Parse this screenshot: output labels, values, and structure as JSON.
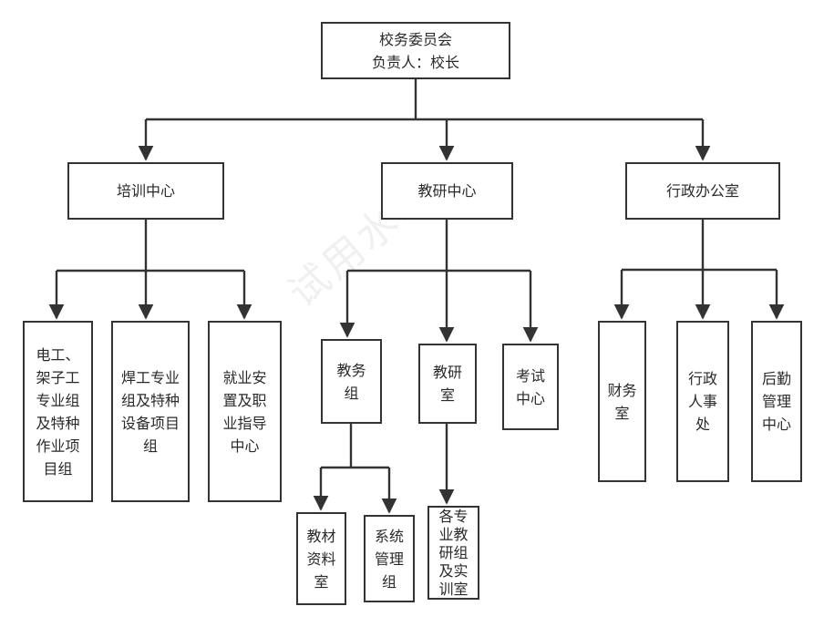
{
  "diagram": {
    "type": "org-chart",
    "watermark": "试用水印",
    "root": {
      "title": "校务委员会",
      "subtitle": "负责人：校长"
    },
    "departments": [
      {
        "label": "培训中心",
        "children": [
          {
            "label": "电工、\n架子工\n专业组\n及特种\n作业项\n目组"
          },
          {
            "label": "焊工专业\n组及特种\n设备项目\n组"
          },
          {
            "label": "就业安\n置及职\n业指导\n中心"
          }
        ]
      },
      {
        "label": "教研中心",
        "children": [
          {
            "label": "教务\n组",
            "children": [
              {
                "label": "教材\n资料\n室"
              },
              {
                "label": "系统\n管理\n组"
              }
            ]
          },
          {
            "label": "教研\n室",
            "children": [
              {
                "label": "各专\n业教\n研组\n及实\n训室"
              }
            ]
          },
          {
            "label": "考试\n中心"
          }
        ]
      },
      {
        "label": "行政办公室",
        "children": [
          {
            "label": "财务\n室"
          },
          {
            "label": "行政\n人事\n处"
          },
          {
            "label": "后勤\n管理\n中心"
          }
        ]
      }
    ],
    "colors": {
      "line": "#333333",
      "box_border": "#333333",
      "box_fill": "#ffffff",
      "text": "#2a2a2a"
    }
  }
}
